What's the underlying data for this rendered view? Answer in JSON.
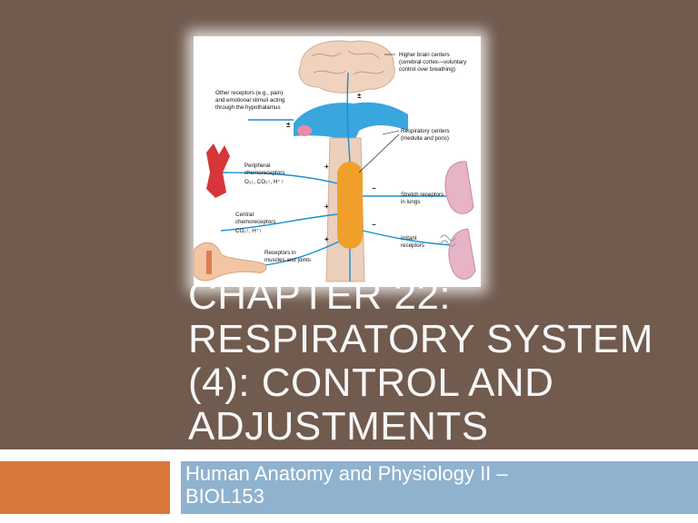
{
  "slide": {
    "title_lines": [
      "CHAPTER 22:",
      "RESPIRATORY SYSTEM",
      "(4): CONTROL AND",
      "ADJUSTMENTS"
    ],
    "subtitle_lines": [
      "Human Anatomy and Physiology II –",
      "BIOL153"
    ]
  },
  "figure": {
    "labels": {
      "higher_brain_1": "Higher brain centers",
      "higher_brain_2": "(cerebral cortex—voluntary",
      "higher_brain_3": "control over breathing)",
      "other_1": "Other receptors (e.g., pain)",
      "other_2": "and emotional stimuli acting",
      "other_3": "through the hypothalamus",
      "resp_1": "Respiratory centers",
      "resp_2": "(medulla and pons)",
      "periph_1": "Peripheral",
      "periph_2": "chemoreceptors",
      "periph_3": "O₂↓, CO₂↑, H⁺↑",
      "central_1": "Central",
      "central_2": "chemoreceptors",
      "central_3": "CO₂↑, H⁺↑",
      "stretch_1": "Stretch receptors",
      "stretch_2": "in lungs",
      "irritant_1": "Irritant",
      "irritant_2": "receptors",
      "muscles_1": "Receptors in",
      "muscles_2": "muscles and joints"
    },
    "symbols": {
      "pm": "±",
      "plus": "+",
      "minus": "−"
    }
  }
}
